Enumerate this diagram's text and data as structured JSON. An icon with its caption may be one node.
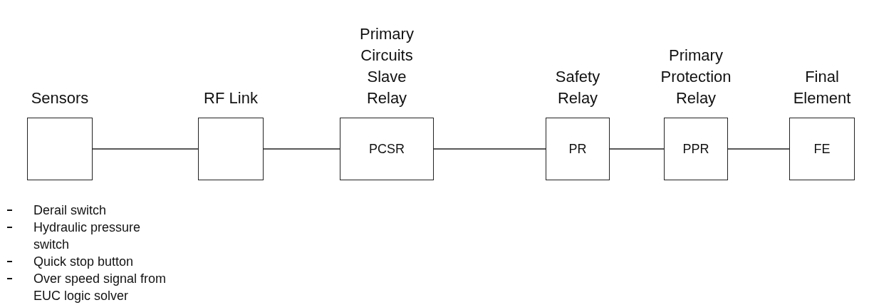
{
  "diagram": {
    "nodes": [
      {
        "text": [
          "Sensors"
        ],
        "beside": [
          "Derail switch",
          "Hydraulic pressure switch",
          "Quick stop button",
          "Over speed signal from EUC logic solver"
        ]
      },
      {
        "text": [
          "RF Link"
        ]
      },
      {
        "text": [
          "Primary Circuits Slave Relay",
          "PCSR"
        ]
      },
      {
        "text": [
          "Safety Relay",
          "PR"
        ]
      },
      {
        "text": [
          "Primary Protection Relay",
          "PPR"
        ]
      },
      {
        "text": [
          "Final Element",
          "FE"
        ]
      }
    ],
    "edges": [
      {
        "from": 0,
        "to": 1,
        "arrow": "none"
      },
      {
        "from": 1,
        "to": 2,
        "arrow": "none"
      },
      {
        "from": 2,
        "to": 3,
        "arrow": "none"
      },
      {
        "from": 3,
        "to": 4,
        "arrow": "none"
      },
      {
        "from": 4,
        "to": 5,
        "arrow": "none"
      }
    ]
  }
}
